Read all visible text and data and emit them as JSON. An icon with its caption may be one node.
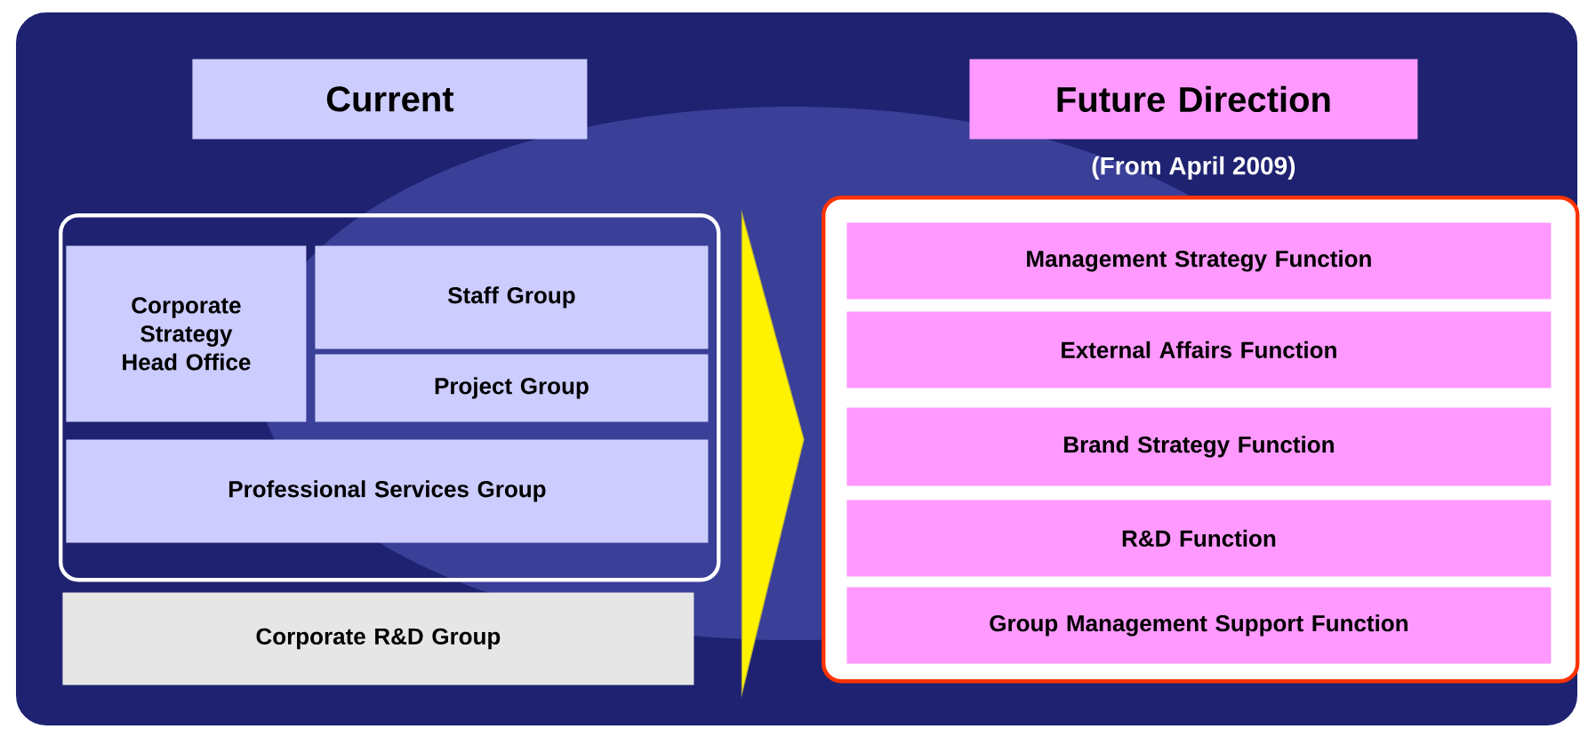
{
  "diagram": {
    "nodes": [
      {
        "text": [
          "Current"
        ]
      },
      {
        "text": [
          "Future Direction"
        ],
        "beside": [
          "(From April 2009)"
        ]
      },
      {
        "text": [],
        "shape": "box"
      },
      {
        "text": [
          "Corporate Strategy Head Office"
        ],
        "in": 2
      },
      {
        "text": [
          "Staff Group"
        ],
        "in": 2
      },
      {
        "text": [
          "Project Group"
        ],
        "in": 2
      },
      {
        "text": [
          "Professional Services Group"
        ],
        "in": 2
      },
      {
        "text": [
          "Corporate R&D Group"
        ]
      },
      {
        "text": [],
        "shape": "box"
      },
      {
        "text": [
          "Management Strategy Function"
        ],
        "in": 8
      },
      {
        "text": [
          "External Affairs Function"
        ],
        "in": 8
      },
      {
        "text": [
          "Brand Strategy Function"
        ],
        "in": 8
      },
      {
        "text": [
          "R&D Function"
        ],
        "in": 8
      },
      {
        "text": [
          "Group Management Support Function"
        ],
        "in": 8
      }
    ],
    "edges": [
      {
        "from": 2,
        "to": 8,
        "arrow": "to"
      }
    ]
  }
}
